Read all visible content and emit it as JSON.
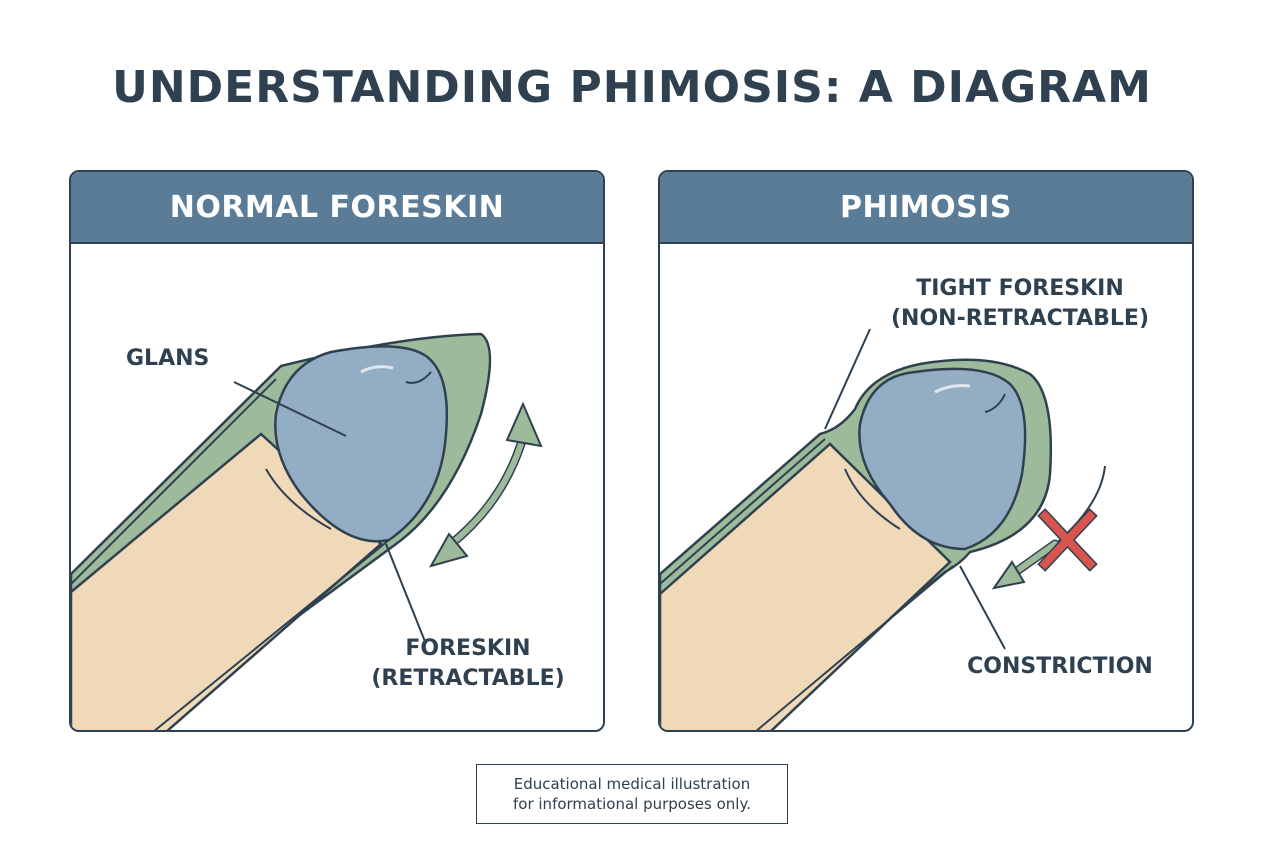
{
  "title": "UNDERSTANDING PHIMOSIS: A DIAGRAM",
  "panels": [
    {
      "header": "NORMAL FORESKIN",
      "labels": {
        "glans": "GLANS",
        "foreskin": "FORESKIN\n(RETRACTABLE)"
      }
    },
    {
      "header": "PHIMOSIS",
      "labels": {
        "tight_foreskin": "TIGHT FORESKIN\n(NON-RETRACTABLE)",
        "constriction": "CONSTRICTION"
      }
    }
  ],
  "disclaimer": "Educational medical illustration\nfor informational purposes only.",
  "colors": {
    "outline": "#2f4150",
    "header_bg": "#5a7c97",
    "shaft": "#efd9b8",
    "foreskin": "#9dbb9a",
    "glans": "#93adc4",
    "arrow": "#7fa783",
    "cross": "#d9534f"
  },
  "icons": {
    "bidirectional_arrow": "double-arrow-icon",
    "blocked": "cross-icon"
  }
}
